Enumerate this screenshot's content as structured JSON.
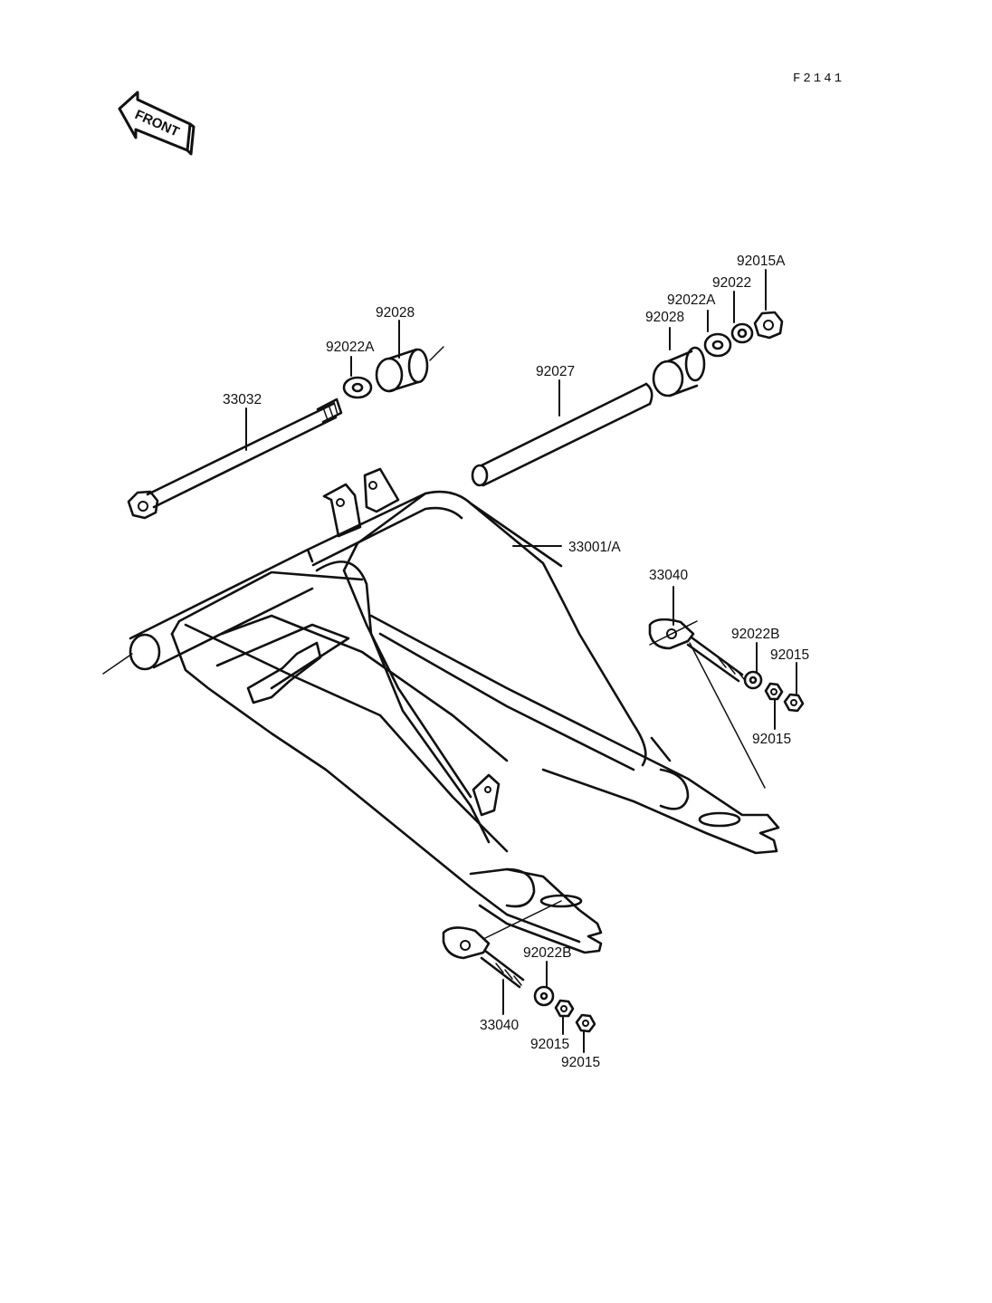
{
  "figure_code": "F2141",
  "front_text": "FRONT",
  "callouts": {
    "c92015A": "92015A",
    "c92022_top": "92022",
    "c92022A_right": "92022A",
    "c92028_right": "92028",
    "c92028_left": "92028",
    "c92022A_left": "92022A",
    "c92027": "92027",
    "c33032": "33032",
    "c33001A": "33001/A",
    "c33040_right": "33040",
    "c92022B_right": "92022B",
    "c92015_right_a": "92015",
    "c92015_right_b": "92015",
    "c92022B_bottom": "92022B",
    "c33040_bottom": "33040",
    "c92015_bottom_a": "92015",
    "c92015_bottom_b": "92015"
  },
  "colors": {
    "ink": "#111111",
    "paper": "#ffffff"
  }
}
